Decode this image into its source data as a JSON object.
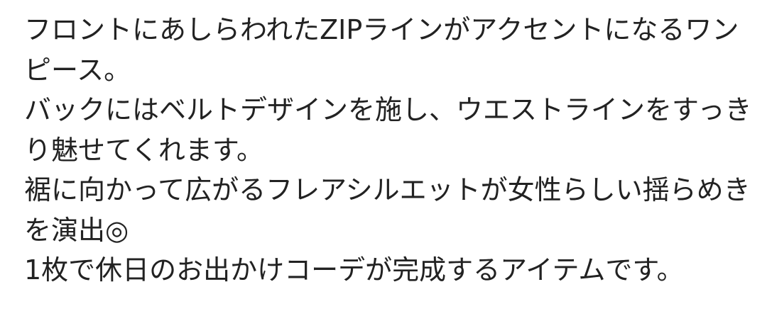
{
  "description": {
    "lines": [
      "フロントにあしらわれたZIPラインがアクセントになるワン",
      "ピース。",
      "バックにはベルトデザインを施し、ウエストラインをすっき",
      "り魅せてくれます。",
      "裾に向かって広がるフレアシルエットが女性らしい揺らめき",
      "を演出◎",
      "1枚で休日のお出かけコーデが完成するアイテムです。"
    ]
  }
}
